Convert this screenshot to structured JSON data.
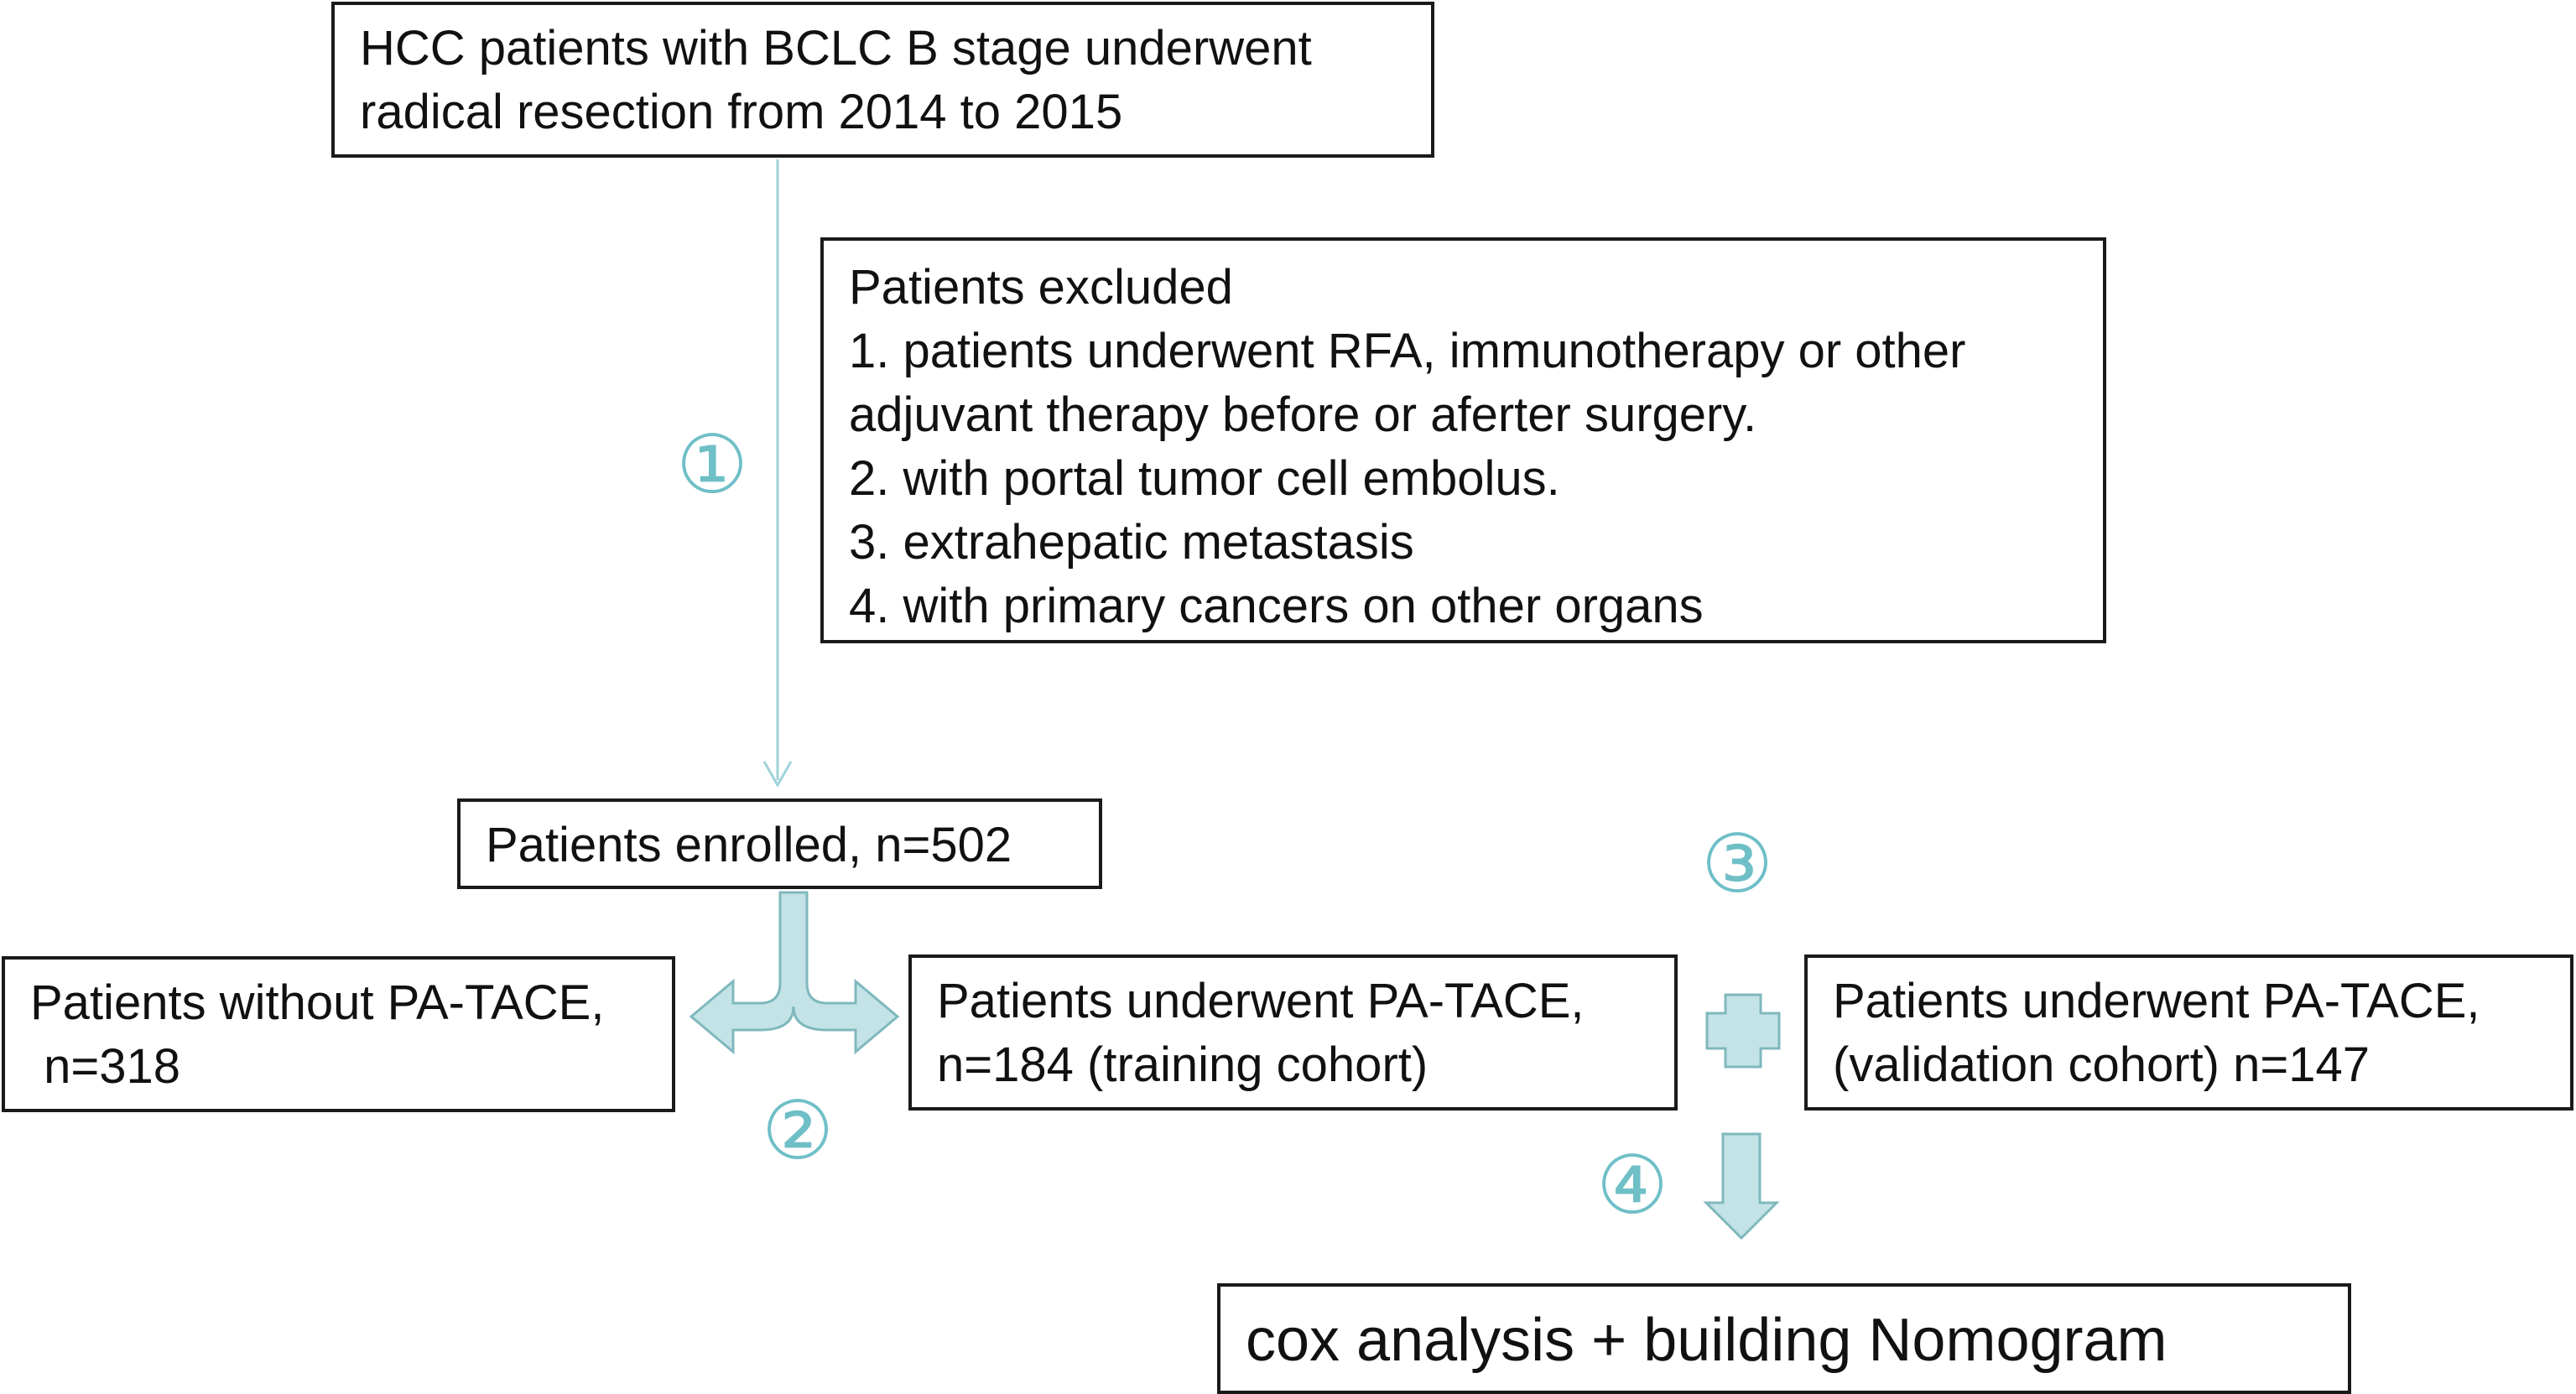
{
  "boxes": {
    "source": {
      "lines": [
        "HCC patients with BCLC B stage underwent",
        "radical resection from 2014 to 2015"
      ]
    },
    "excluded": {
      "title": "Patients excluded",
      "lines": [
        "1. patients underwent RFA, immunotherapy or other",
        "adjuvant therapy before or aferter surgery.",
        "2. with portal tumor cell embolus.",
        "3. extrahepatic metastasis",
        "4. with primary cancers on other organs"
      ]
    },
    "enrolled": {
      "text": "Patients enrolled, n=502"
    },
    "without": {
      "lines": [
        "Patients without PA-TACE,",
        " n=318"
      ]
    },
    "training": {
      "lines": [
        "Patients underwent PA-TACE,",
        "n=184 (training cohort)"
      ]
    },
    "validation": {
      "lines": [
        "Patients underwent PA-TACE,",
        "(validation cohort) n=147"
      ]
    },
    "nomogram": {
      "text": "cox analysis + building Nomogram"
    }
  },
  "steps": {
    "s1": "①",
    "s2": "②",
    "s3": "③",
    "s4": "④"
  },
  "colors": {
    "arrow_fill": "#c3e3e6",
    "arrow_stroke": "#7fb8be",
    "step_number": "#6fbfc7",
    "box_border": "#1a1a1a"
  }
}
